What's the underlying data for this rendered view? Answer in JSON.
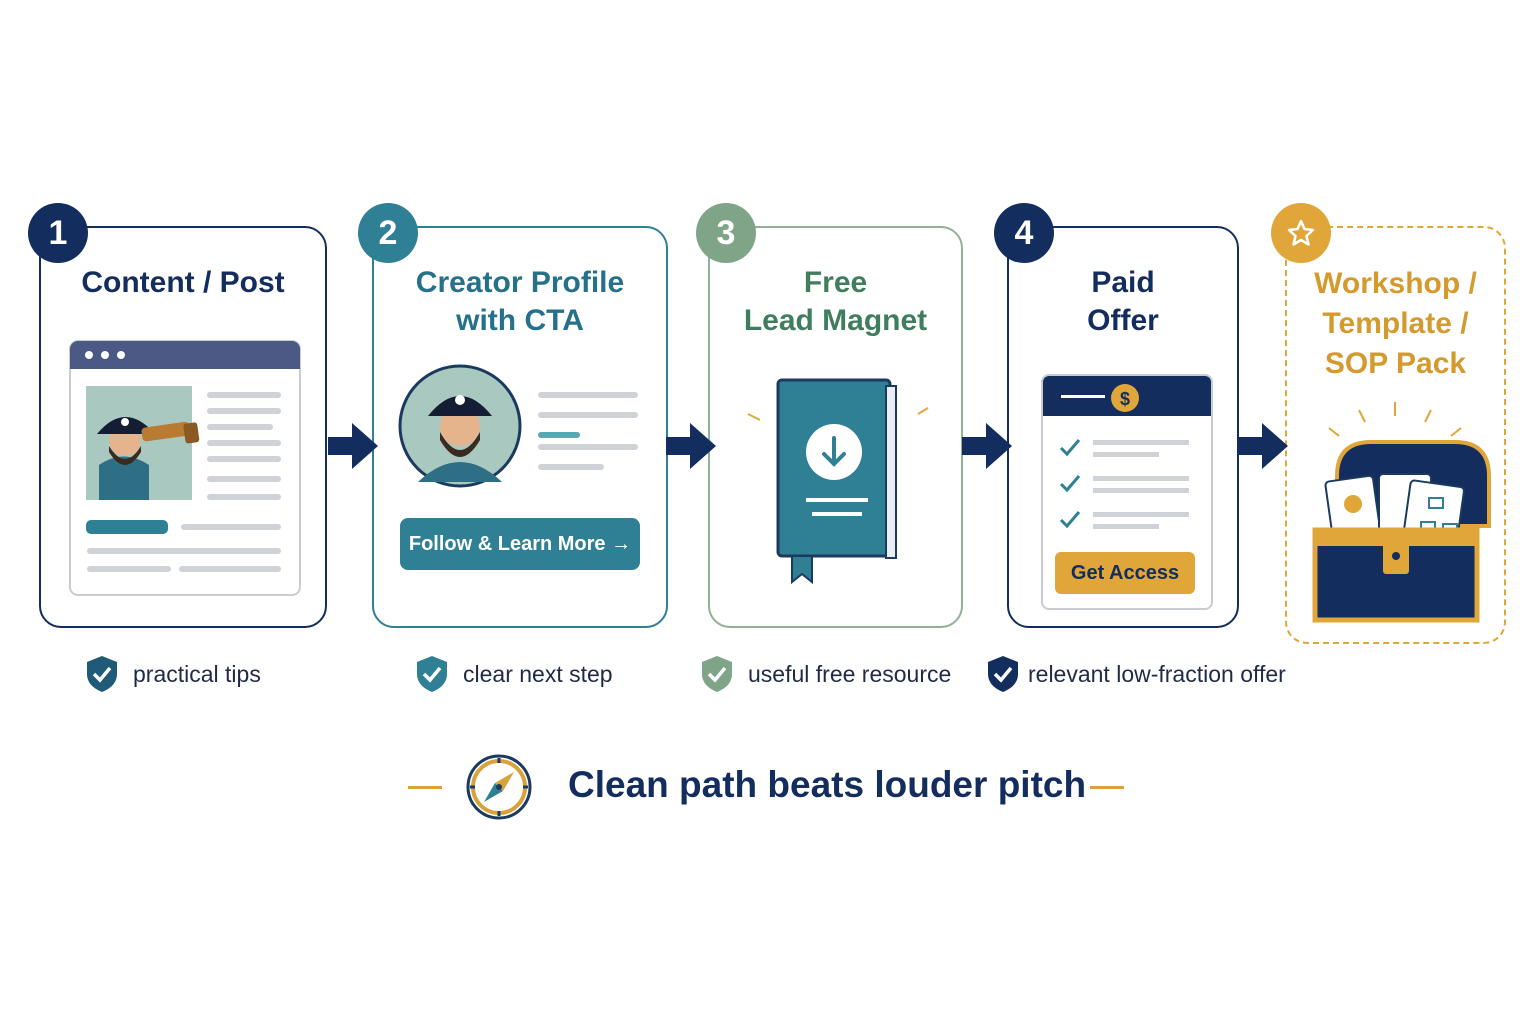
{
  "steps": [
    {
      "number": "1",
      "title_lines": [
        "Content / Post"
      ],
      "caption": "practical tips",
      "color": "#132d5e",
      "badge_color": "#132d5e"
    },
    {
      "number": "2",
      "title_lines": [
        "Creator Profile",
        "with CTA"
      ],
      "caption": "clear next step",
      "button_label": "Follow & Learn More →",
      "color": "#25708a",
      "badge_color": "#2f7f95"
    },
    {
      "number": "3",
      "title_lines": [
        "Free",
        "Lead Magnet"
      ],
      "caption": "useful free resource",
      "color": "#3f7d5e",
      "badge_color": "#7fa487"
    },
    {
      "number": "4",
      "title_lines": [
        "Paid",
        "Offer"
      ],
      "caption": "relevant low-fraction offer",
      "button_label": "Get Access",
      "color": "#132d5e",
      "badge_color": "#132d5e"
    },
    {
      "number": "star-icon",
      "title_lines": [
        "Workshop /",
        "Template /",
        "SOP Pack"
      ],
      "color": "#d49a2e",
      "badge_color": "#e0a63a"
    }
  ],
  "footer": {
    "tagline": "Clean path beats louder pitch",
    "accent": "#d9a13a",
    "text_color": "#132d5e"
  },
  "icons": {
    "caption": "shield-check-icon",
    "flow": "arrow-right-icon",
    "footer": "compass-icon",
    "offer": "dollar-coin-icon"
  }
}
